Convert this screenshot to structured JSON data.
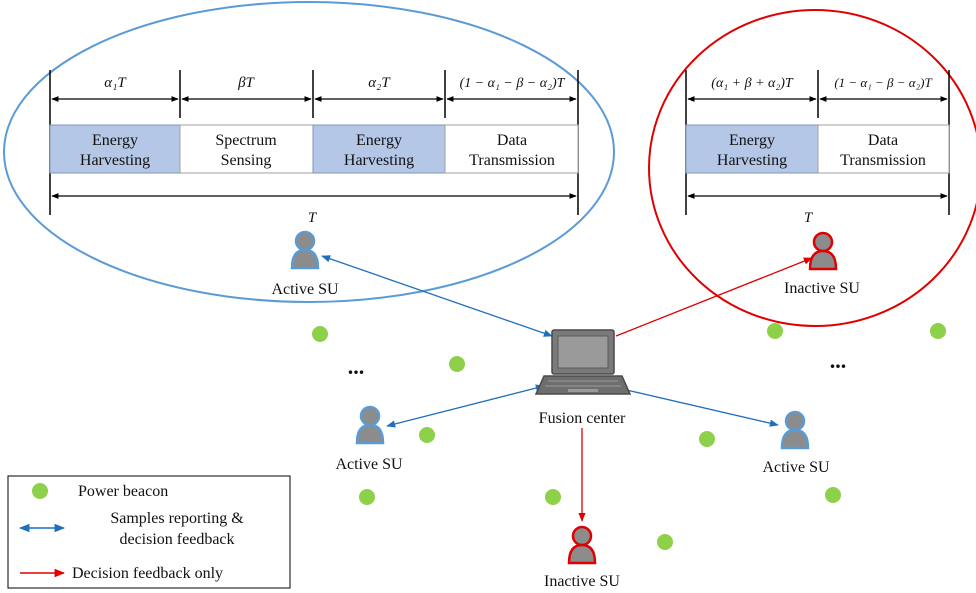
{
  "colors": {
    "active_circle": "#5b9bd5",
    "inactive_circle": "#e00000",
    "harvest_fill": "#b4c7e7",
    "blue_arrow": "#1f6fbf",
    "red_arrow": "#e00000",
    "beacon": "#8dd04a",
    "user_body": "#8c8c8c"
  },
  "active_frame": {
    "durations": [
      "α₁T",
      "βT",
      "α₂T",
      "(1 − α₁ − β − α₂)T"
    ],
    "slots": [
      {
        "line1": "Energy",
        "line2": "Harvesting"
      },
      {
        "line1": "Spectrum",
        "line2": "Sensing"
      },
      {
        "line1": "Energy",
        "line2": "Harvesting"
      },
      {
        "line1": "Data",
        "line2": "Transmission"
      }
    ],
    "total": "T"
  },
  "inactive_frame": {
    "durations": [
      "(α₁ + β + α₂)T",
      "(1 − α₁ − β − α₂)T"
    ],
    "slots": [
      {
        "line1": "Energy",
        "line2": "Harvesting"
      },
      {
        "line1": "Data",
        "line2": "Transmission"
      }
    ],
    "total": "T"
  },
  "nodes": {
    "active_su_top": "Active SU",
    "inactive_su_top": "Inactive SU",
    "active_su_left": "Active SU",
    "active_su_right": "Active SU",
    "inactive_su_bottom": "Inactive SU",
    "fusion_center": "Fusion center",
    "ellipsis_left": "...",
    "ellipsis_right": "..."
  },
  "legend": {
    "beacon": "Power beacon",
    "blue_line1": "Samples reporting &",
    "blue_line2": "decision feedback",
    "red": "Decision feedback only"
  }
}
